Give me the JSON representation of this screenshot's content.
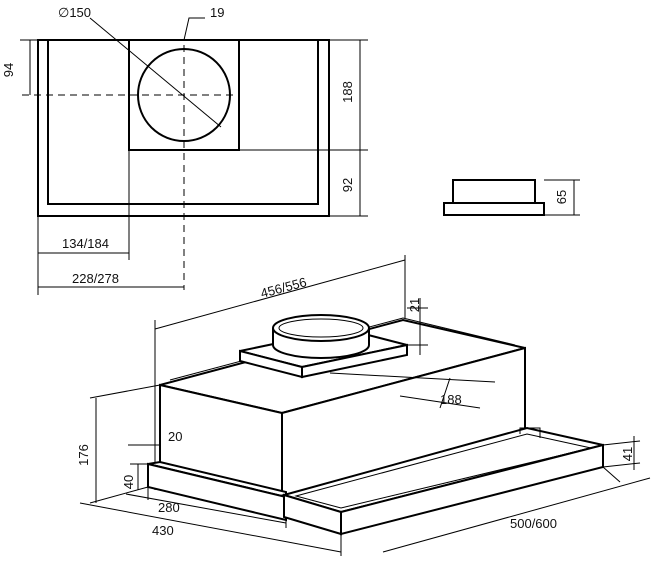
{
  "dimensions": {
    "duct_diameter": "∅150",
    "outlet_offset": "19",
    "outlet_height": "94",
    "outlet_depth": "188",
    "outlet_rear": "92",
    "outlet_left": "134/184",
    "outlet_center": "228/278",
    "side_height": "65",
    "width": "456/556",
    "collar_height": "21",
    "iso_depth": "188",
    "wall": "20",
    "body_height": "176",
    "front_height": "40",
    "panel_height": "41",
    "base_280": "280",
    "base_430": "430",
    "front_width": "500/600"
  }
}
